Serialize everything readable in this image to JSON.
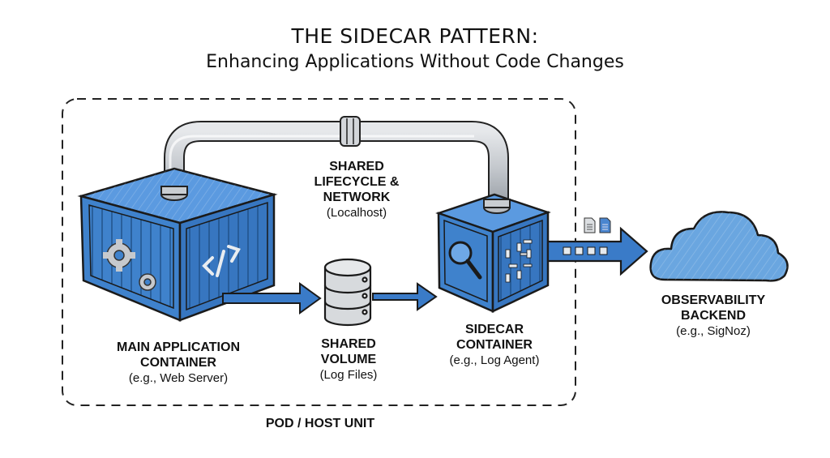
{
  "title": {
    "line1": "THE SIDECAR PATTERN:",
    "line2": "Enhancing Applications Without Code Changes"
  },
  "nodes": {
    "main_app": {
      "line1": "MAIN APPLICATION",
      "line2": "CONTAINER",
      "sub": "(e.g., Web Server)",
      "icons": [
        "gears-icon",
        "code-icon"
      ]
    },
    "shared_volume": {
      "line1": "SHARED",
      "line2": "VOLUME",
      "sub": "(Log Files)",
      "icons": [
        "database-icon"
      ]
    },
    "sidecar": {
      "line1": "SIDECAR",
      "line2": "CONTAINER",
      "sub": "(e.g., Log Agent)",
      "icons": [
        "magnifier-icon",
        "circuit-icon"
      ]
    },
    "backend": {
      "line1": "OBSERVABILITY",
      "line2": "BACKEND",
      "sub": "(e.g., SigNoz)",
      "icons": [
        "cloud-icon"
      ]
    },
    "shared_network": {
      "line1": "SHARED",
      "line2": "LIFECYCLE &",
      "line3": "NETWORK",
      "sub": "(Localhost)",
      "icons": [
        "pipe-icon"
      ]
    }
  },
  "boundary": {
    "label": "POD / HOST UNIT"
  },
  "edges": [
    {
      "from": "main_app",
      "to": "shared_volume",
      "style": "arrow"
    },
    {
      "from": "shared_volume",
      "to": "sidecar",
      "style": "arrow"
    },
    {
      "from": "sidecar",
      "to": "backend",
      "style": "arrow-with-packets",
      "icons": [
        "document-icon",
        "document-icon"
      ]
    },
    {
      "from": "main_app",
      "to": "sidecar",
      "style": "pipe"
    }
  ],
  "colors": {
    "container_blue": "#3f82cc",
    "container_dark": "#2b5f9e",
    "arrow_blue": "#3a7bc8",
    "cloud_blue": "#6aa6e0",
    "pipe_gray": "#c7cbd0",
    "outline": "#1a1a1a"
  }
}
